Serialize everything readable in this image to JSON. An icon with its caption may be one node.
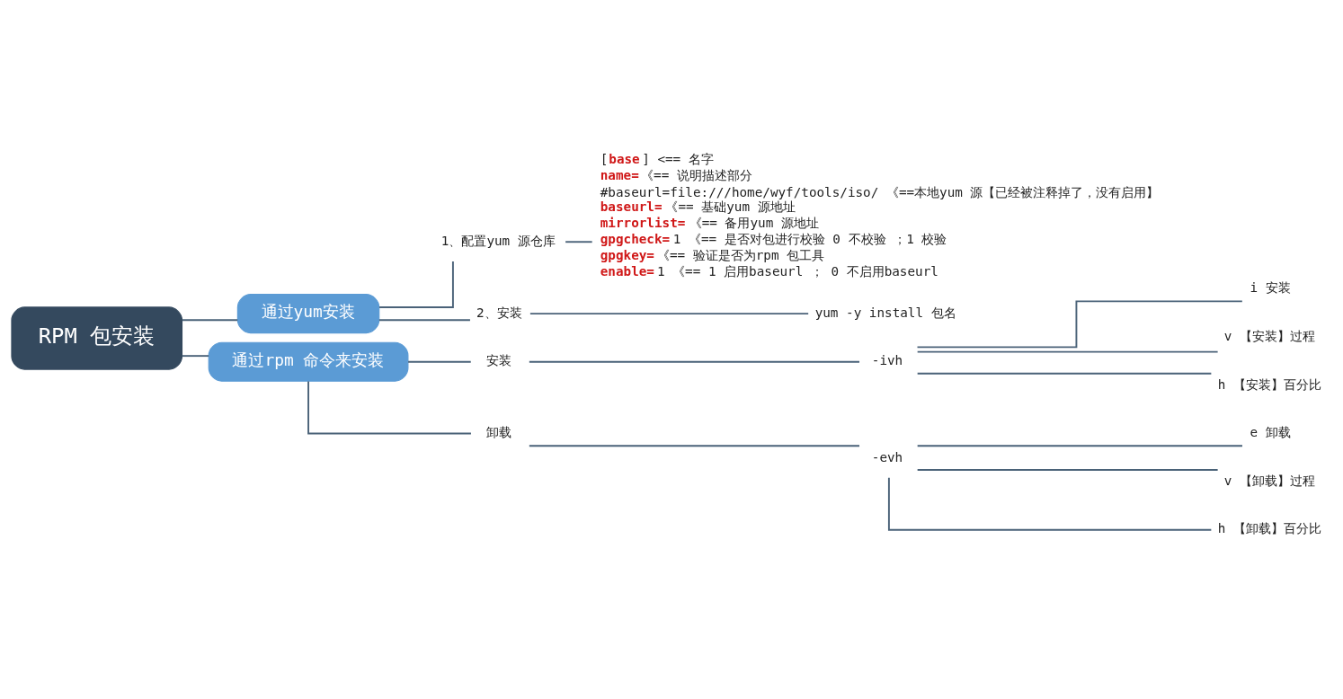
{
  "diagram": {
    "nodes": [
      {
        "text": [
          "RPM 包安装"
        ]
      },
      {
        "text": [
          "通过yum安装"
        ]
      },
      {
        "text": [
          "1、配置yum 源仓库"
        ]
      },
      {
        "text": [
          "[**base**] <== 名字",
          "**name=** 《== 说明描述部分",
          "#baseurl=file:///home/wyf/tools/iso/ 《==本地yum 源【已经被注释掉了，没有启用】",
          "**baseurl=** 《== 基础yum 源地址",
          "**mirrorlist=** 《== 备用yum 源地址",
          "**gpgcheck=**1 《== 是否对包进行校验 0 不校验 ；1 校验",
          "**gpgkey=** 《== 验证是否为rpm 包工具",
          "**enable=**1 《== 1 启用baseurl ； 0 不启用baseurl"
        ]
      },
      {
        "text": [
          "2、安装"
        ]
      },
      {
        "text": [
          "yum -y install 包名"
        ]
      },
      {
        "text": [
          "通过rpm 命令来安装"
        ]
      },
      {
        "text": [
          "安装"
        ]
      },
      {
        "text": [
          "-ivh"
        ]
      },
      {
        "text": [
          "i 安装"
        ]
      },
      {
        "text": [
          "v 【安装】过程"
        ]
      },
      {
        "text": [
          "h 【安装】百分比"
        ]
      },
      {
        "text": [
          "卸载"
        ]
      },
      {
        "text": [
          "-evh"
        ]
      },
      {
        "text": [
          "e 卸载"
        ]
      },
      {
        "text": [
          "v 【卸载】过程"
        ]
      },
      {
        "text": [
          "h 【卸载】百分比"
        ]
      }
    ],
    "edges": [
      {
        "from": 0,
        "to": 1,
        "arrow": "none"
      },
      {
        "from": 1,
        "to": 2,
        "arrow": "none"
      },
      {
        "from": 2,
        "to": 3,
        "arrow": "none"
      },
      {
        "from": 1,
        "to": 4,
        "arrow": "none"
      },
      {
        "from": 4,
        "to": 5,
        "arrow": "none"
      },
      {
        "from": 0,
        "to": 6,
        "arrow": "none"
      },
      {
        "from": 6,
        "to": 7,
        "arrow": "none"
      },
      {
        "from": 7,
        "to": 8,
        "arrow": "none"
      },
      {
        "from": 8,
        "to": 9,
        "arrow": "none"
      },
      {
        "from": 8,
        "to": 10,
        "arrow": "none"
      },
      {
        "from": 8,
        "to": 11,
        "arrow": "none"
      },
      {
        "from": 6,
        "to": 12,
        "arrow": "none"
      },
      {
        "from": 12,
        "to": 13,
        "arrow": "none"
      },
      {
        "from": 13,
        "to": 14,
        "arrow": "none"
      },
      {
        "from": 13,
        "to": 15,
        "arrow": "none"
      },
      {
        "from": 13,
        "to": 16,
        "arrow": "none"
      }
    ]
  }
}
